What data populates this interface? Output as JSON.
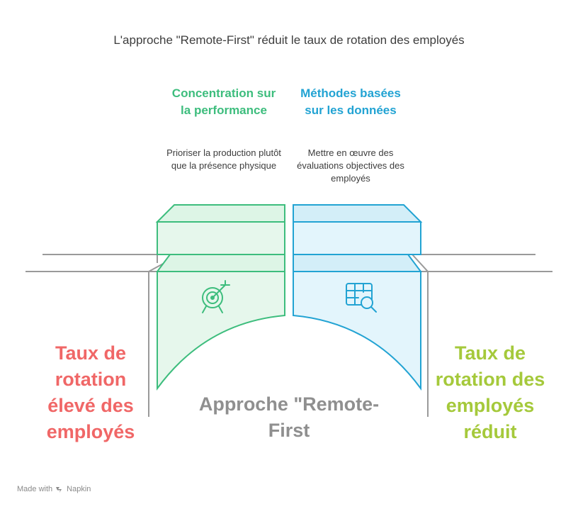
{
  "title": "L'approche \"Remote-First\" réduit le taux de rotation des employés",
  "pillars": [
    {
      "heading": "Concentration sur la performance",
      "description": "Prioriser la production plutôt que la présence physique",
      "icon": "target-icon",
      "color": "#3dbd7d"
    },
    {
      "heading": "Méthodes basées sur les données",
      "description": "Mettre en œuvre des évaluations objectives des employés",
      "icon": "data-search-icon",
      "color": "#22a3d3"
    }
  ],
  "left_label": "Taux de rotation élevé des employés",
  "right_label": "Taux de rotation des employés réduit",
  "center_label": "Approche \"Remote-First",
  "footer": {
    "made_with": "Made with",
    "brand": "Napkin"
  },
  "colors": {
    "left": "#f06767",
    "right": "#a5c93b",
    "center": "#8f8f8f"
  }
}
